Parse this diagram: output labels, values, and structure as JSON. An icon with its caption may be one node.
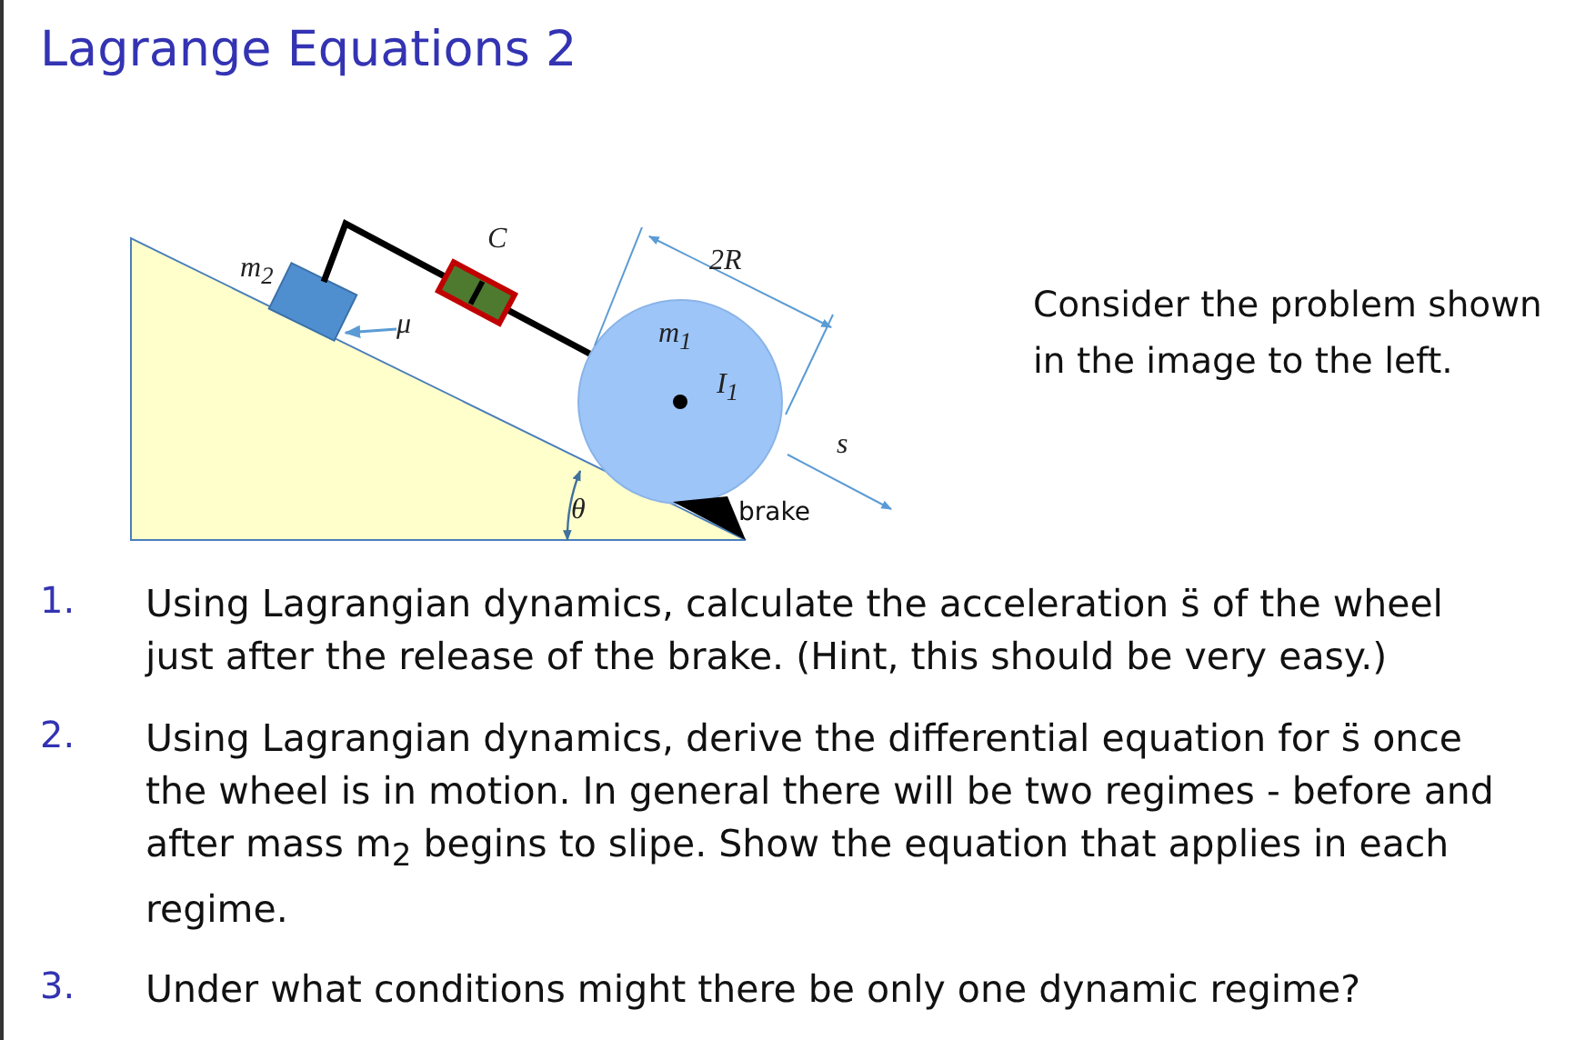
{
  "diagram": {
    "title": "Lagrange Equations 2",
    "nodes": [
      {
        "text": [
          "μ"
        ]
      },
      {
        "text": [],
        "shape": "box"
      }
    ],
    "edges": [
      {
        "from": 0,
        "to": 1,
        "arrow": "to"
      }
    ],
    "labels": [
      "m$_{2}$",
      "C",
      "2R",
      "m$_{1}$",
      "I$_{1}$",
      "s",
      "θ",
      "brake",
      "Consider the problem shown in the image to the left.",
      "1.",
      "Using Lagrangian dynamics, calculate the acceleration s̈ of the wheel just after the release of the brake. (Hint, this should be very easy.)",
      "2.",
      "Using Lagrangian dynamics, derive the differential equation for s̈ once the wheel is in motion. In general there will be two regimes - before and after mass m$_{2}$ begins to slipe. Show the equation that applies in each regime.",
      "3.",
      "Under what conditions might there be only one dynamic regime?"
    ]
  }
}
